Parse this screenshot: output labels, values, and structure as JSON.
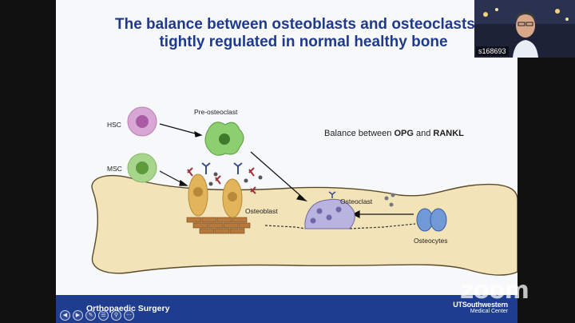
{
  "slide": {
    "title_line1": "The balance between osteoblasts and osteoclasts is",
    "title_line2": "tightly regulated in normal healthy bone",
    "labels": {
      "hsc": "HSC",
      "msc": "MSC",
      "pre_osteoclast": "Pre-osteoclast",
      "osteoclast": "Osteoclast",
      "osteoblast": "Osteoblast",
      "osteocytes": "Osteocytes"
    },
    "balance_prefix": "Balance between ",
    "balance_opg": "OPG",
    "balance_and": " and ",
    "balance_rankl": "RANKL"
  },
  "footer": {
    "left": "Orthopaedic Surgery",
    "right_line1": "UTSouthwestern",
    "right_line2": "Medical Center"
  },
  "presenter": {
    "name": "s168693"
  },
  "watermark": "zoom",
  "colors": {
    "title": "#1f3a8a",
    "footer_bg": "#1f3d8f",
    "bone": "#f3e3b8",
    "osteoblast": "#e2b55a",
    "osteoclast": "#b9b3e0",
    "osteocyte": "#6f9ad6"
  },
  "controls": [
    "previous-icon",
    "next-icon",
    "pen-icon",
    "menu-icon",
    "zoom-icon",
    "more-icon"
  ]
}
